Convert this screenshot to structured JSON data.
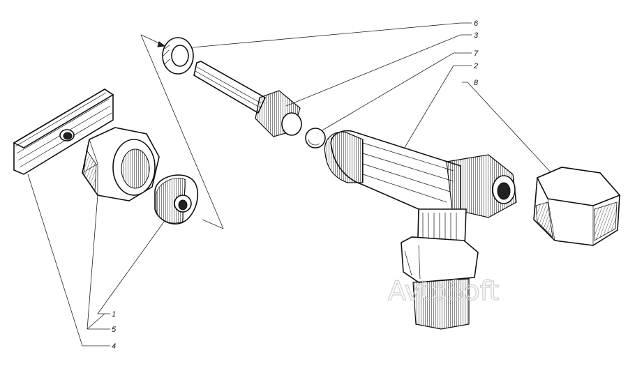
{
  "callouts": [
    {
      "id": "6",
      "text": "6"
    },
    {
      "id": "3",
      "text": "3"
    },
    {
      "id": "7",
      "text": "7"
    },
    {
      "id": "2",
      "text": "2"
    },
    {
      "id": "8",
      "text": "8"
    },
    {
      "id": "1",
      "text": "1"
    },
    {
      "id": "5",
      "text": "5"
    },
    {
      "id": "4",
      "text": "4"
    }
  ],
  "watermark": "AvtoSoft"
}
